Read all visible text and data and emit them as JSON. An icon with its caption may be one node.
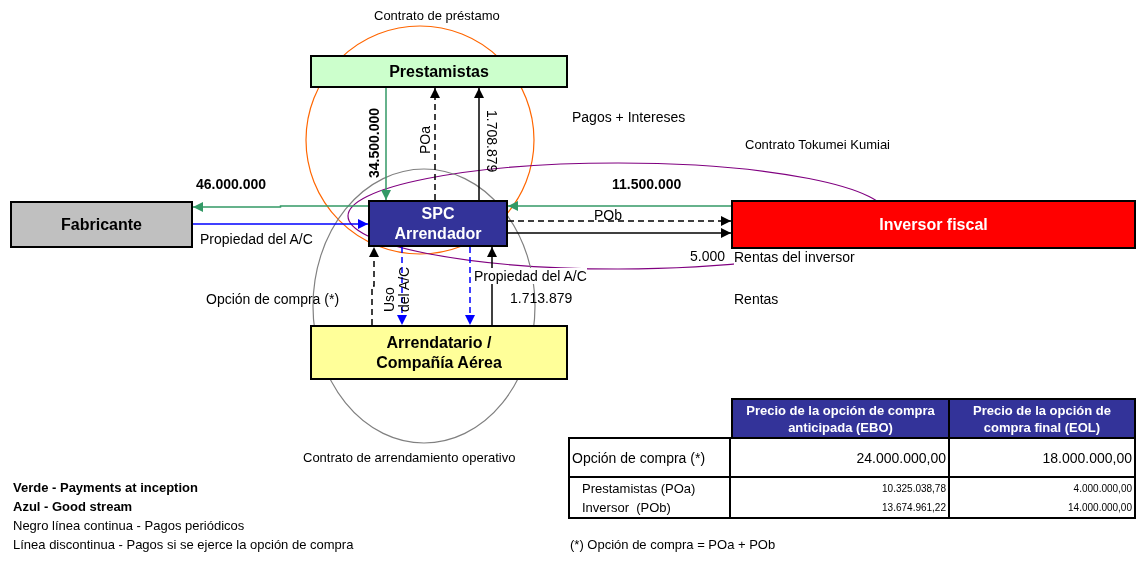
{
  "diagram": {
    "nodes": [
      {
        "text": [
          "Prestamistas"
        ]
      },
      {
        "text": [
          "Fabricante"
        ]
      },
      {
        "text": [
          "SPC Arrendador"
        ]
      },
      {
        "text": [
          "Inversor fiscal"
        ]
      },
      {
        "text": [
          "Arrendatario / Compañía Aérea"
        ]
      }
    ],
    "edges": [
      {
        "from": 0,
        "to": 2,
        "arrow": "to",
        "label": "34.500.000",
        "color": "#339966"
      },
      {
        "from": 2,
        "to": 0,
        "arrow": "to",
        "label": "POa",
        "style": "dashed"
      },
      {
        "from": 2,
        "to": 0,
        "arrow": "to",
        "label": "1.708.879"
      },
      {
        "from": 2,
        "to": 1,
        "arrow": "to",
        "label": "46.000.000",
        "color": "#339966"
      },
      {
        "from": 1,
        "to": 2,
        "arrow": "to",
        "label": "Propiedad del A/C",
        "color": "#0000ff"
      },
      {
        "from": 3,
        "to": 2,
        "arrow": "to",
        "label": "11.500.000",
        "color": "#339966"
      },
      {
        "from": 2,
        "to": 3,
        "arrow": "to",
        "label": "POb",
        "style": "dashed"
      },
      {
        "from": 2,
        "to": 3,
        "arrow": "to"
      },
      {
        "from": 4,
        "to": 2,
        "arrow": "to",
        "label": "Opción de compra (*)",
        "style": "dashed"
      },
      {
        "from": 2,
        "to": 4,
        "arrow": "to",
        "label": "Uso del A/C",
        "style": "dashed",
        "color": "#0000ff"
      },
      {
        "from": 2,
        "to": 4,
        "arrow": "to",
        "label": "Propiedad del A/C",
        "style": "dashed",
        "color": "#0000ff"
      },
      {
        "from": 4,
        "to": 2,
        "arrow": "to",
        "label": "1.713.879"
      }
    ],
    "labels": [
      "Contrato de préstamo",
      "Pagos + Intereses",
      "Contrato Tokumei Kumiai",
      "5.000",
      "Rentas del inversor",
      "Rentas",
      "Contrato de arrendamiento operativo",
      "Precio de la opción de compra anticipada (EBO)",
      "Precio de la opción de compra final (EOL)",
      "Opción de compra (*)",
      "24.000.000,00",
      "18.000.000,00",
      "Prestamistas (POa)",
      "10.325.038,78",
      "4.000.000,00",
      "Inversor  (POb)",
      "13.674.961,22",
      "14.000.000,00",
      "Verde - Payments at inception",
      "Azul - Good stream",
      "Negro línea continua - Pagos periódicos",
      "Línea discontinua - Pagos si se ejerce la opción de compra",
      "(*) Opción de compra = POa + POb"
    ]
  }
}
